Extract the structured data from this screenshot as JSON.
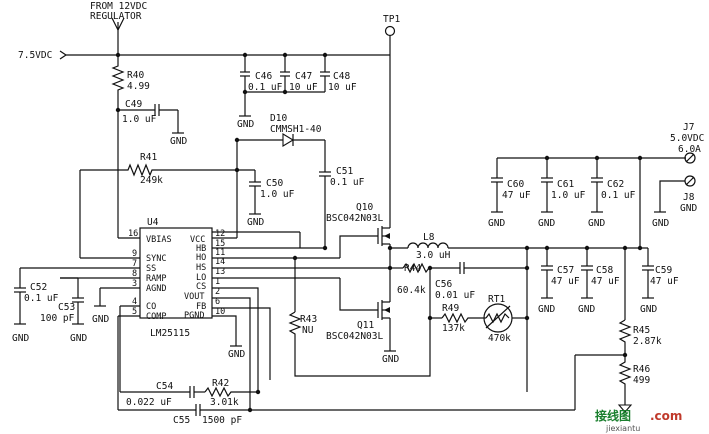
{
  "labels": {
    "from": "FROM 12VDC",
    "regulator": "REGULATOR",
    "vin": "7.5VDC",
    "tp1": "TP1",
    "r40": "R40",
    "r40v": "4.99",
    "c46": "C46",
    "c46v": "0.1 uF",
    "c47": "C47",
    "c47v": "10 uF",
    "c48": "C48",
    "c48v": "10 uF",
    "c49": "C49",
    "c49v": "1.0 uF",
    "d10": "D10",
    "d10v": "CMMSH1-40",
    "r41": "R41",
    "r41v": "249k",
    "c50": "C50",
    "c50v": "1.0 uF",
    "c51": "C51",
    "c51v": "0.1 uF",
    "q10": "Q10",
    "q10v": "BSC042N03L",
    "u4": "U4",
    "u4v": "LM25115",
    "l8": "L8",
    "l8v": "3.0 uH",
    "r44": "R44",
    "r44v": "60.4k",
    "c56": "C56",
    "c56v": "0.01 uF",
    "r49": "R49",
    "r49v": "137k",
    "rt1": "RT1",
    "rt1v": "470k",
    "r43": "R43",
    "r43v": "NU",
    "q11": "Q11",
    "q11v": "BSC042N03L",
    "c52": "C52",
    "c52v": "0.1 uF",
    "c53": "C53",
    "c53v": "100 pF",
    "c54": "C54",
    "c54v": "0.022 uF",
    "r42": "R42",
    "r42v": "3.01k",
    "c55": "C55",
    "c55v": "1500 pF",
    "c57": "C57",
    "c57v": "47 uF",
    "c58": "C58",
    "c58v": "47 uF",
    "c59": "C59",
    "c59v": "47 uF",
    "c60": "C60",
    "c60v": "47 uF",
    "c61": "C61",
    "c61v": "1.0 uF",
    "c62": "C62",
    "c62v": "0.1 uF",
    "r45": "R45",
    "r45v": "2.87k",
    "r46": "R46",
    "r46v": "499",
    "j7": "J7",
    "j7v1": "5.0VDC",
    "j7v2": "6.0A",
    "j8": "J8",
    "j8v": "GND",
    "gnd": "GND",
    "pins_left": [
      "16",
      "9",
      "7",
      "8",
      "3",
      "4",
      "5"
    ],
    "pins_left_names": [
      "VBIAS",
      "SYNC",
      "SS",
      "RAMP",
      "AGND",
      "CO",
      "COMP"
    ],
    "pins_right": [
      "15",
      "11",
      "14",
      "13",
      "1",
      "2",
      "6",
      "10"
    ],
    "pins_right_names": [
      "VCC",
      "HB",
      "HO",
      "HS",
      "LO",
      "CS",
      "VOUT",
      "FB",
      "PGND"
    ],
    "pin12": "12",
    "watermark1": "接线图",
    "watermark2": ".com",
    "watermark3": "jiexiantu"
  }
}
